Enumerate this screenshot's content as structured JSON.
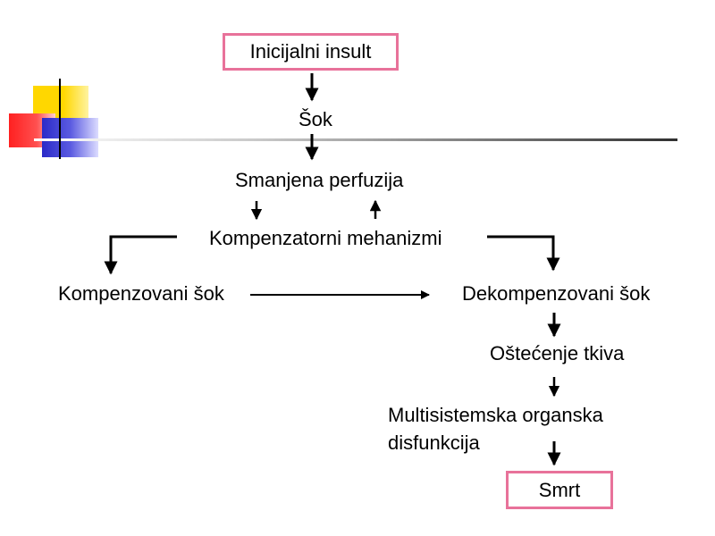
{
  "nodes": {
    "initial_insult": "Inicijalni insult",
    "shock": "Šok",
    "reduced_perfusion": "Smanjena perfuzija",
    "compensatory_mechanisms": "Kompenzatorni mehanizmi",
    "compensated_shock": "Kompenzovani šok",
    "decompensated_shock": "Dekompenzovani šok",
    "tissue_damage": "Oštećenje tkiva",
    "multisystem_line1": "Multisistemska organska",
    "multisystem_line2": "disfunkcija",
    "death": "Smrt"
  },
  "colors": {
    "box_border": "#e8729a",
    "deco_yellow": "#ffd700",
    "deco_red": "#ff2020",
    "deco_blue": "#2a2ac8"
  }
}
